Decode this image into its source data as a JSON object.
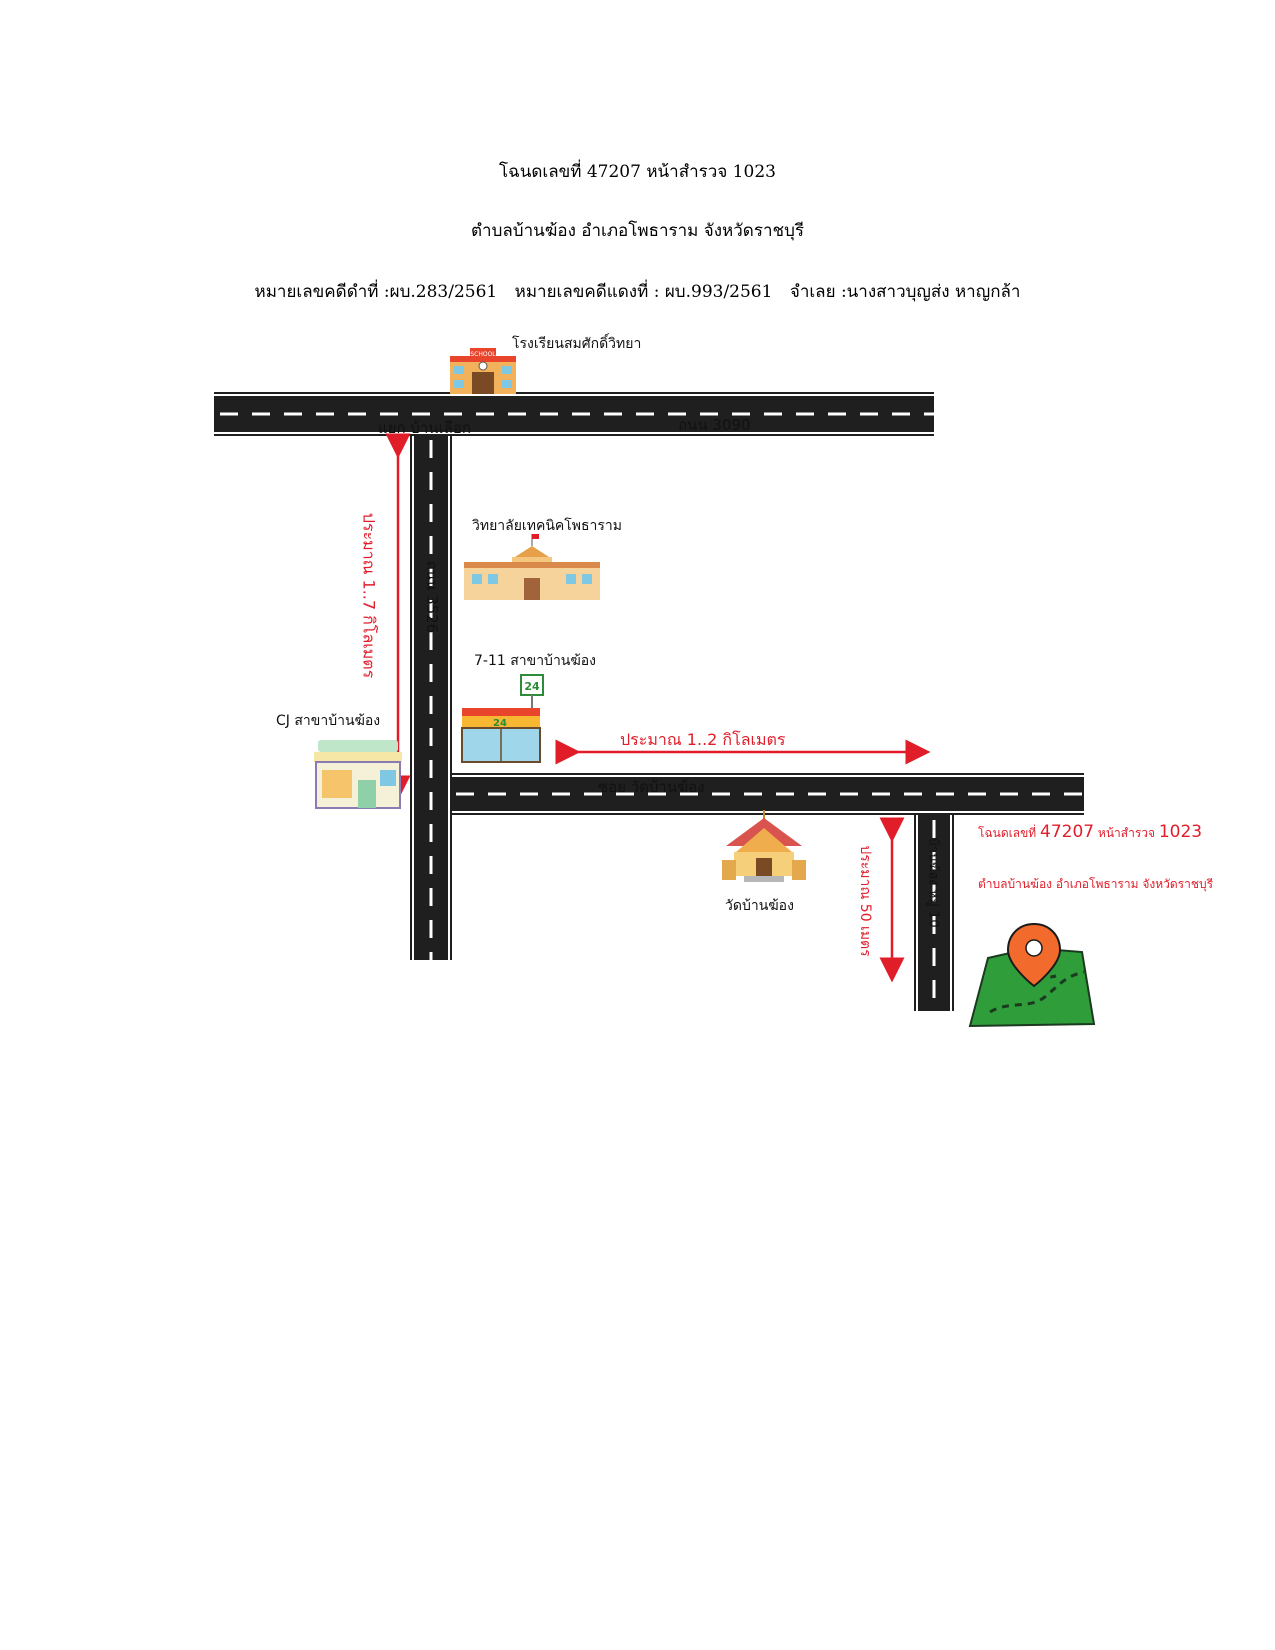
{
  "header": {
    "title": "โฉนดเลขที่ 47207 หน้าสำรวจ 1023",
    "subtitle": "ตำบลบ้านฆ้อง อำเภอโพธาราม จังหวัดราชบุรี",
    "black_case": "หมายเลขคดีดำที่ :ผบ.283/2561",
    "red_case": "หมายเลขคดีแดงที่ : ผบ.993/2561",
    "defendant": "จำเลย :นางสาวบุญส่ง หาญกล้า"
  },
  "map": {
    "landmarks": {
      "school": "โรงเรียนสมศักดิ์วิทยา",
      "school_sign": "SCHOOL",
      "college": "วิทยาลัยเทคนิคโพธาราม",
      "seven_eleven": "7-11 สาขาบ้านฆ้อง",
      "store_sign": "24",
      "cj": "CJ สาขาบ้านฆ้อง",
      "temple": "วัดบ้านฆ้อง"
    },
    "roads": {
      "junction": "แยก บ้านเลือก",
      "road_3090": "ถนน 3090",
      "road_3526": "ถนน 3526",
      "soi_wat": "ซอย วัดบ้านฆ้อง",
      "moo10": "บ้านฆ้อง หมู่ 10"
    },
    "distances": {
      "vertical": "ประมาณ 1..7  กิโลเมตร",
      "horizontal": "ประมาณ 1..2 กิโลเมตร",
      "short": "ประมาณ 50 เมตร"
    },
    "target": {
      "line1_prefix": "โฉนดเลขที่ ",
      "deed_no": "47207",
      "line1_mid": " หน้าสำรวจ ",
      "survey_no": "1023",
      "line2": "ตำบลบ้านฆ้อง อำเภอโพธาราม จังหวัดราชบุรี"
    },
    "colors": {
      "road": "#1f1f1f",
      "accent": "#e11d2a",
      "land": "#2e9d3a",
      "pin": "#f26b2c"
    }
  }
}
